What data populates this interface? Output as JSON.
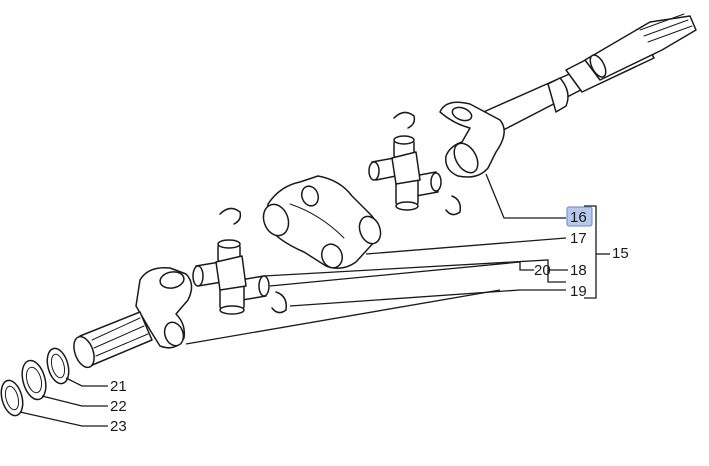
{
  "callouts": {
    "c15": "15",
    "c16": "16",
    "c17": "17",
    "c18": "18",
    "c19": "19",
    "c20": "20",
    "c21": "21",
    "c22": "22",
    "c23": "23"
  },
  "highlight_color": "#b8c8ea"
}
